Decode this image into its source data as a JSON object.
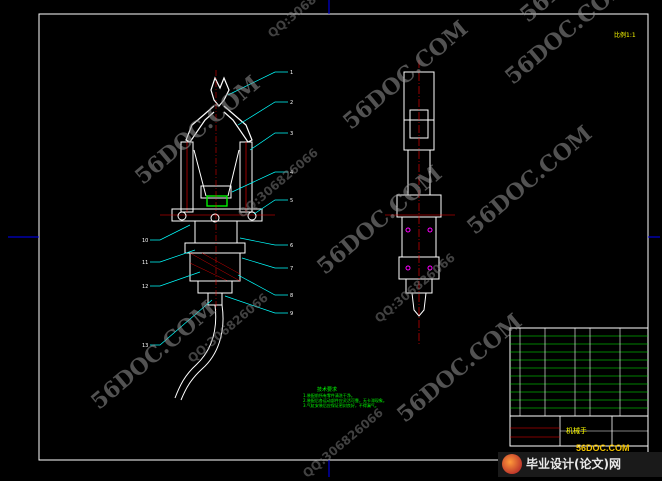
{
  "drawing": {
    "corner_label": "比例1:1",
    "title_block_name": "机械手",
    "notes_title": "技术要求",
    "notes_lines": [
      "1.装配前所有零件清洗干净。",
      "2.装配后各运动部件应灵活可靠，无卡滞现象。",
      "3.气缸安装后应保证密封良好，不得漏气。"
    ],
    "part_numbers_right": [
      "1",
      "2",
      "3",
      "4",
      "5",
      "6",
      "7",
      "8",
      "9"
    ],
    "part_numbers_left": [
      "10",
      "11",
      "12",
      "13"
    ]
  },
  "watermarks": {
    "site": "56DOC.COM",
    "qq": "QQ:306826066"
  },
  "branding": {
    "url": "56DOC.COM",
    "name": "毕业设计(论文)网"
  },
  "colors": {
    "background": "#000000",
    "frame": "#ffffff",
    "outline": "#0000ff",
    "cyan": "#00ffff",
    "yellow": "#ffff00",
    "green": "#00ff00",
    "red": "#ff0000",
    "magenta": "#ff00ff"
  }
}
